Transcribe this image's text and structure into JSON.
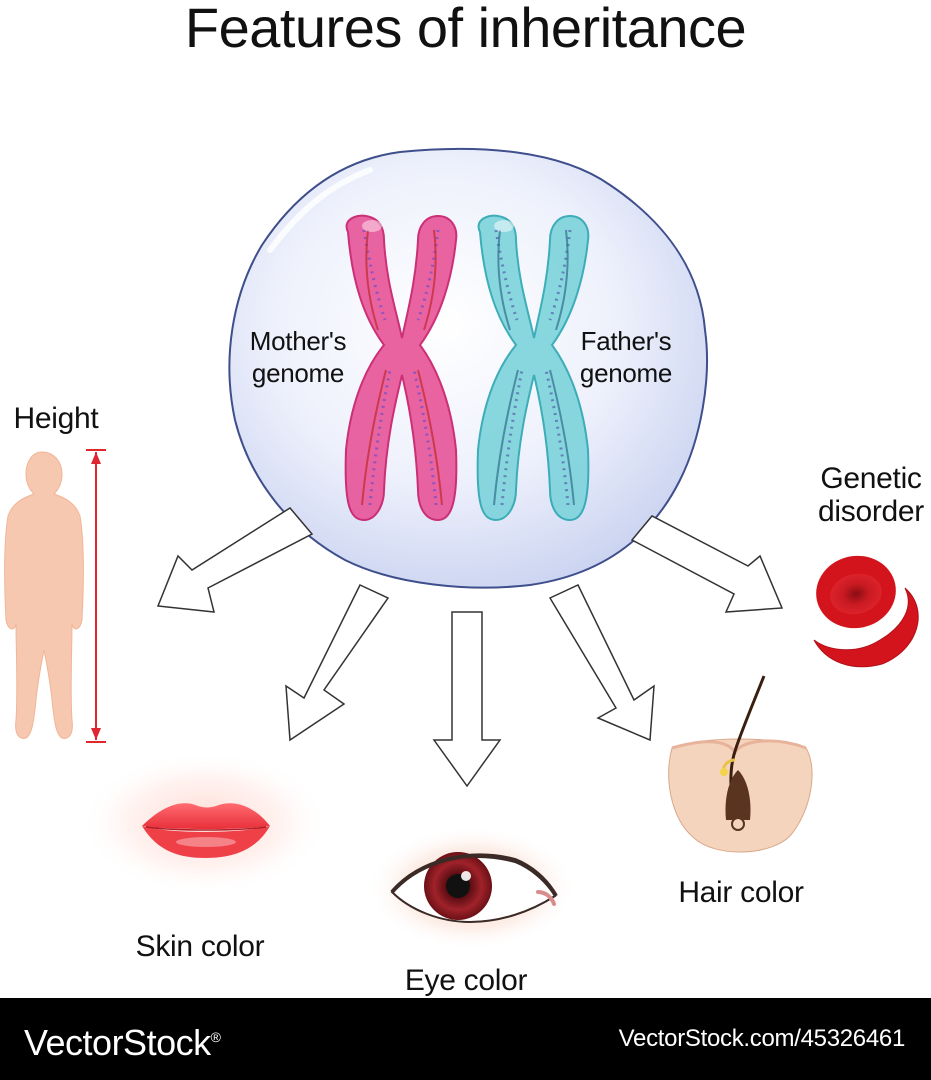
{
  "title": "Features of inheritance",
  "cell": {
    "mother_label": "Mother's genome",
    "father_label": "Father's genome"
  },
  "traits": {
    "height": "Height",
    "genetic_disorder": "Genetic disorder",
    "skin_color": "Skin color",
    "eye_color": "Eye color",
    "hair_color": "Hair color"
  },
  "footer": {
    "brand": "VectorStock",
    "registered_mark": "®",
    "stock_id": "VectorStock.com/45326461"
  },
  "colors": {
    "mother_chromosome": "#e8579a",
    "father_chromosome": "#7fd4dc",
    "cell_fill": "#dfe6f8",
    "cell_outline": "#3f4f8c",
    "height_arrow": "#e0262f",
    "blood_cell": "#d4141d",
    "skin_body": "#f7c8b0",
    "footer_bg": "#000000"
  },
  "icons": [
    "human-figure-icon",
    "red-blood-cell-icon",
    "sickle-cell-icon",
    "lips-icon",
    "eye-icon",
    "hair-follicle-icon"
  ]
}
